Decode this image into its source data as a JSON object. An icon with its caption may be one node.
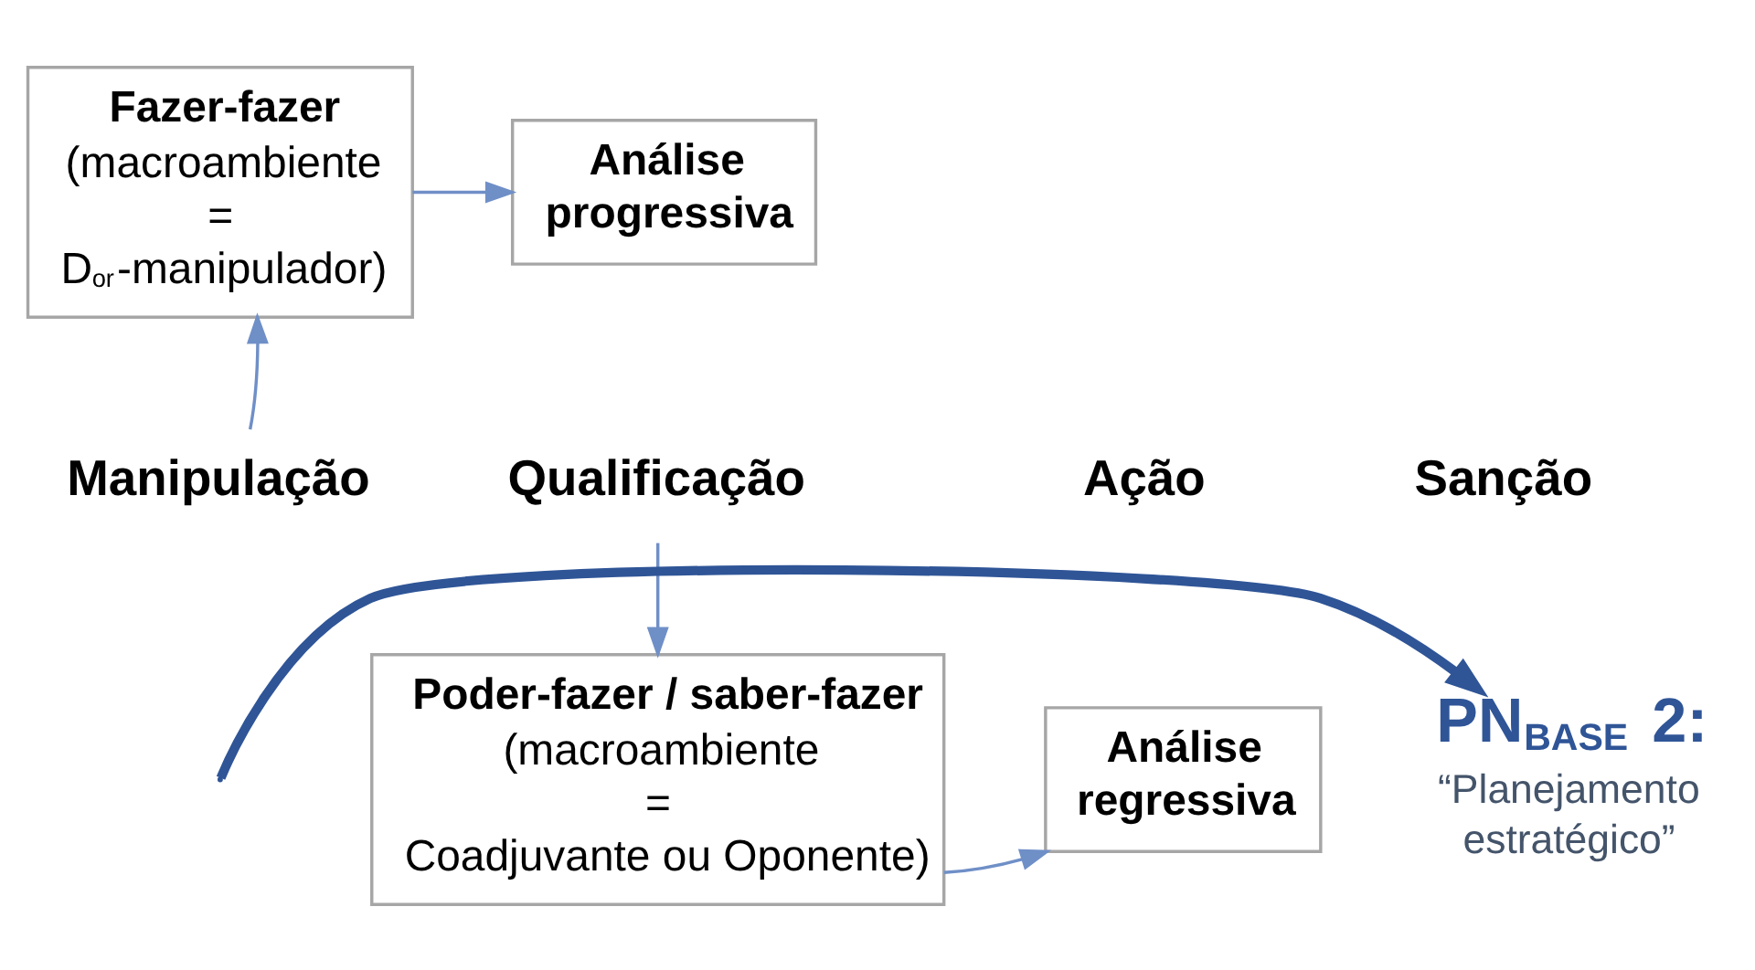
{
  "diagram": {
    "nodes": [
      {
        "text": [
          "Manipulação"
        ]
      },
      {
        "text": [
          "Qualificação"
        ]
      },
      {
        "text": [
          "Ação"
        ]
      },
      {
        "text": [
          "Sanção"
        ]
      },
      {
        "text": [
          "PN$_{BASE}$ 2:",
          "“Planejamento estratégico”"
        ]
      },
      {
        "text": [
          "Fazer-fazer",
          "(macroambiente = D$_{or}$-manipulador)"
        ]
      },
      {
        "text": [
          "Análise progressiva"
        ]
      },
      {
        "text": [
          "Poder-fazer / saber-fazer",
          "(macroambiente = Coadjuvante ou Oponente)"
        ]
      },
      {
        "text": [
          "Análise regressiva"
        ]
      }
    ],
    "edges": [
      {
        "from": null,
        "to": 4,
        "arrow": "to",
        "style": "thick",
        "color": "#2f5597"
      },
      {
        "from": 0,
        "to": 5,
        "arrow": "to"
      },
      {
        "from": 5,
        "to": 6,
        "arrow": "to"
      },
      {
        "from": 1,
        "to": 7,
        "arrow": "to"
      },
      {
        "from": 7,
        "to": 8,
        "arrow": "to"
      }
    ]
  }
}
